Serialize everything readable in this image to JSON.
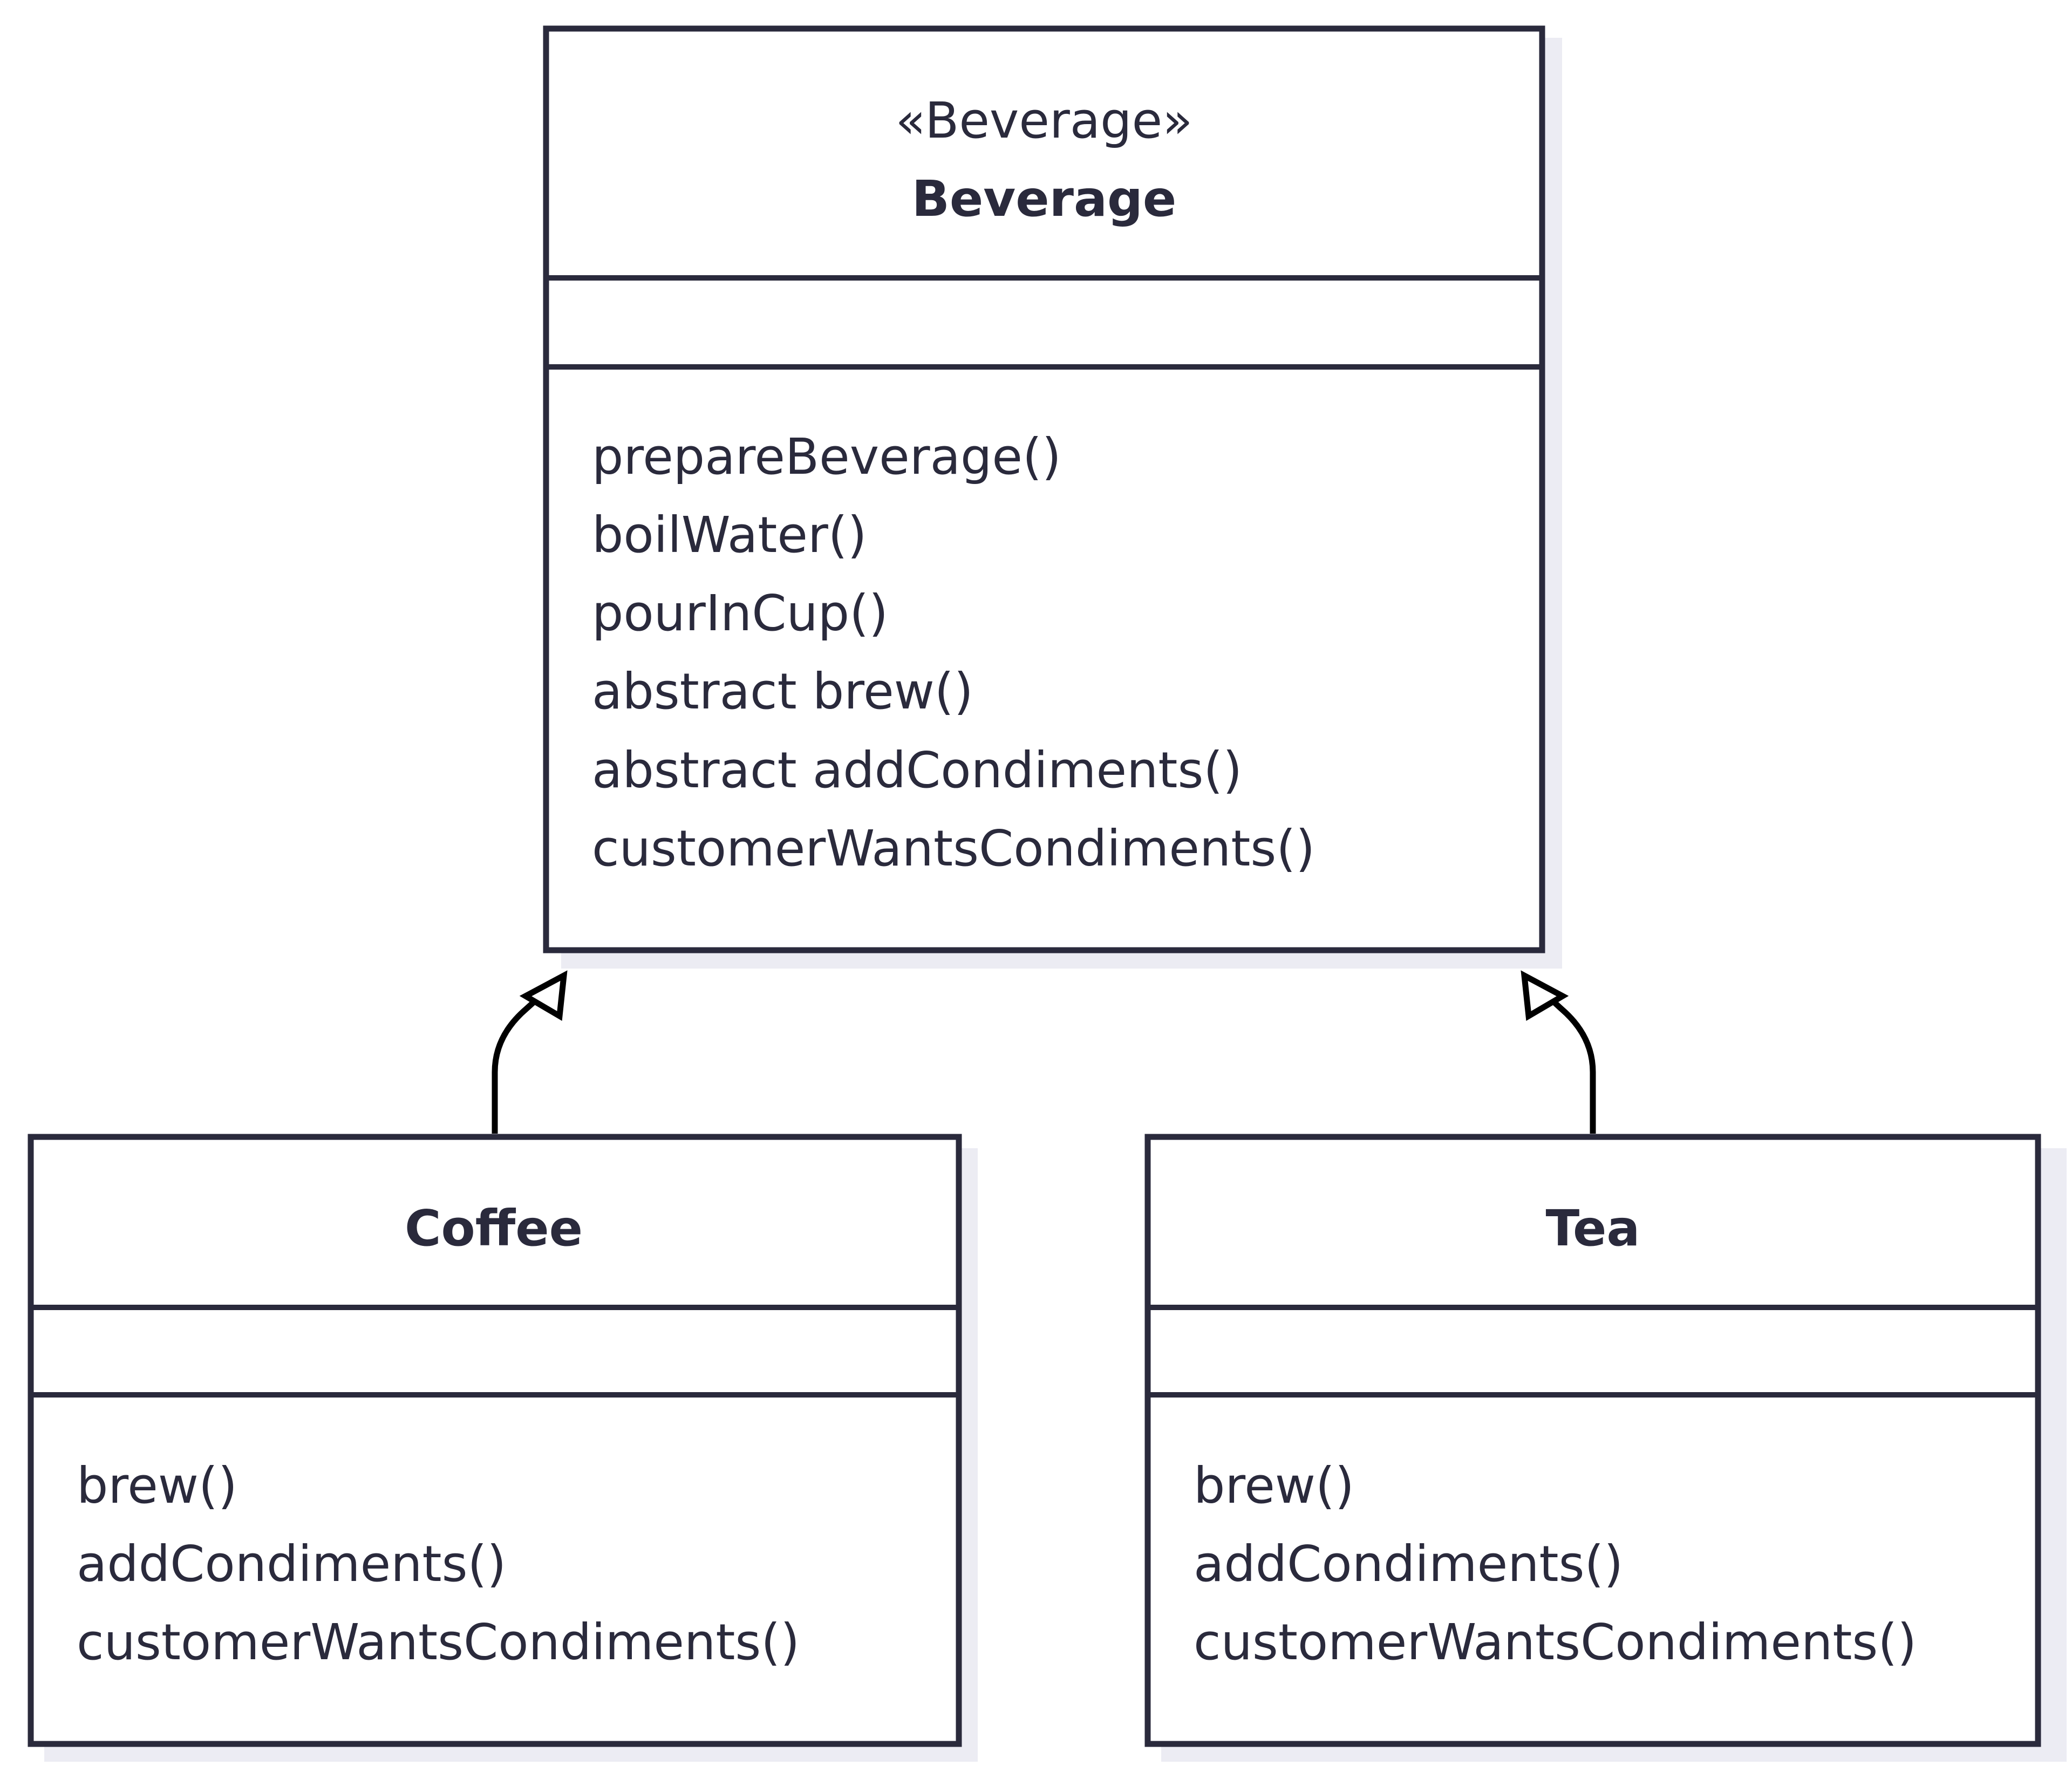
{
  "classes": {
    "beverage": {
      "stereotype": "«Beverage»",
      "name": "Beverage",
      "attributes": [],
      "methods": [
        "prepareBeverage()",
        "boilWater()",
        "pourInCup()",
        "abstract brew()",
        "abstract addCondiments()",
        "customerWantsCondiments()"
      ]
    },
    "coffee": {
      "name": "Coffee",
      "attributes": [],
      "methods": [
        "brew()",
        "addCondiments()",
        "customerWantsCondiments()"
      ]
    },
    "tea": {
      "name": "Tea",
      "attributes": [],
      "methods": [
        "brew()",
        "addCondiments()",
        "customerWantsCondiments()"
      ]
    }
  },
  "relations": [
    {
      "type": "inheritance",
      "from": "Coffee",
      "to": "Beverage"
    },
    {
      "type": "inheritance",
      "from": "Tea",
      "to": "Beverage"
    }
  ],
  "colors": {
    "ink": "#2a2a3c",
    "edge": "#000000",
    "shadow": "#ececf3",
    "background": "#ffffff"
  }
}
